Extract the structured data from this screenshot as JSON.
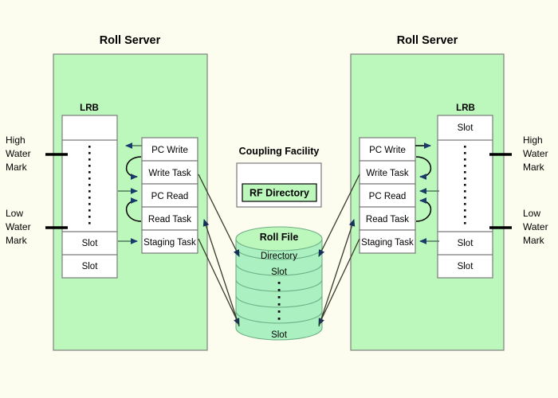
{
  "diagram": {
    "background_color": "#fdfdef",
    "panel_color": "#bcf7bc",
    "arrow_color": "#4f7a5f"
  },
  "left_server": {
    "title": "Roll Server",
    "lrb_label": "LRB",
    "lrb_cells": [
      "",
      "",
      "Slot",
      "Slot"
    ],
    "tasks": [
      "PC Write",
      "Write Task",
      "PC Read",
      "Read Task",
      "Staging Task"
    ],
    "high_water_mark": "High Water Mark",
    "high_water_lines": [
      "High",
      "Water",
      "Mark"
    ],
    "low_water_mark": "Low Water Mark",
    "low_water_lines": [
      "Low",
      "Water",
      "Mark"
    ]
  },
  "right_server": {
    "title": "Roll Server",
    "lrb_label": "LRB",
    "lrb_cells": [
      "Slot",
      "",
      "Slot",
      "Slot"
    ],
    "tasks": [
      "PC Write",
      "Write Task",
      "PC Read",
      "Read Task",
      "Staging Task"
    ],
    "high_water_mark": "High Water Mark",
    "high_water_lines": [
      "High",
      "Water",
      "Mark"
    ],
    "low_water_mark": "Low Water Mark",
    "low_water_lines": [
      "Low",
      "Water",
      "Mark"
    ]
  },
  "coupling_facility": {
    "title": "Coupling Facility",
    "directory_label": "RF Directory"
  },
  "roll_file": {
    "title": "Roll File",
    "segments": [
      "Directory",
      "Slot",
      "",
      "",
      "Slot"
    ]
  }
}
